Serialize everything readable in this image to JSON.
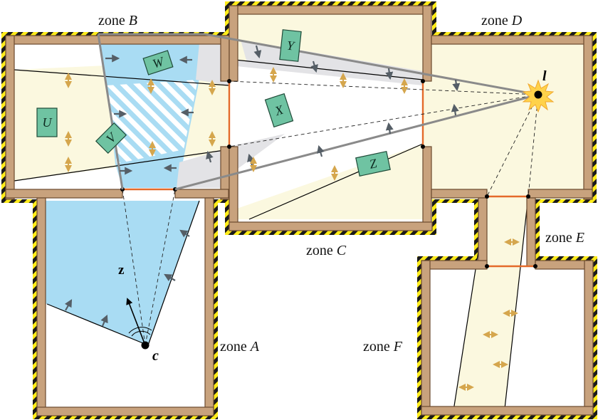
{
  "zones": [
    {
      "id": "B",
      "prefix": "zone ",
      "letter": "B"
    },
    {
      "id": "C",
      "prefix": "zone ",
      "letter": "C"
    },
    {
      "id": "D",
      "prefix": "zone ",
      "letter": "D"
    },
    {
      "id": "E",
      "prefix": "zone ",
      "letter": "E"
    },
    {
      "id": "A",
      "prefix": "zone ",
      "letter": "A"
    },
    {
      "id": "F",
      "prefix": "zone ",
      "letter": "F"
    }
  ],
  "objects": [
    {
      "id": "W",
      "label": "W"
    },
    {
      "id": "U",
      "label": "U"
    },
    {
      "id": "V",
      "label": "V"
    },
    {
      "id": "X",
      "label": "X"
    },
    {
      "id": "Y",
      "label": "Y"
    },
    {
      "id": "Z",
      "label": "Z"
    }
  ],
  "points": {
    "camera": "c",
    "light": "l",
    "view_dir": "z"
  },
  "colors": {
    "wall": "#c8a27d",
    "wall_edge": "#6b4a2e",
    "hazard_yellow": "#ffec1a",
    "hazard_black": "#1a1a1a",
    "camera_frustum": "#a9dcf3",
    "light_frustum": "#fbf8df",
    "shadow_gray": "#e3e3e6",
    "object_fill": "#6fc3a2",
    "portal": "#e46a2a",
    "arrow_gray": "#555e66",
    "arrow_gold": "#d5a64d",
    "light_glow": "#ffd24a"
  }
}
